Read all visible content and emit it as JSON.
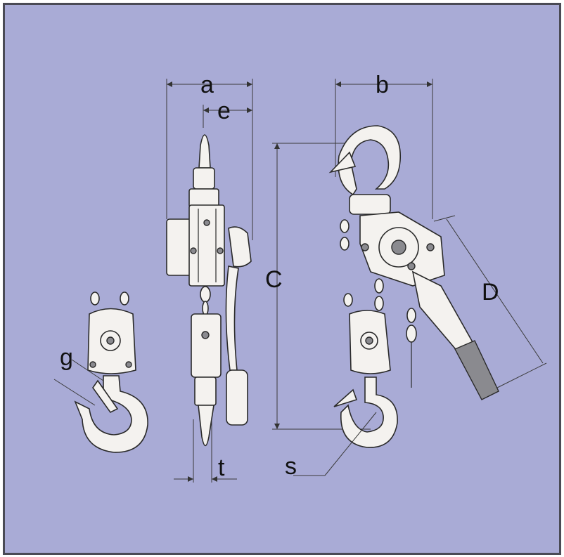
{
  "labels": {
    "a": "a",
    "b": "b",
    "c": "C",
    "d": "D",
    "e": "e",
    "g": "g",
    "s": "s",
    "t": "t"
  },
  "colors": {
    "background": "#a9abd6",
    "part_fill": "#f4f2ef",
    "outline": "#2a2a2a"
  }
}
